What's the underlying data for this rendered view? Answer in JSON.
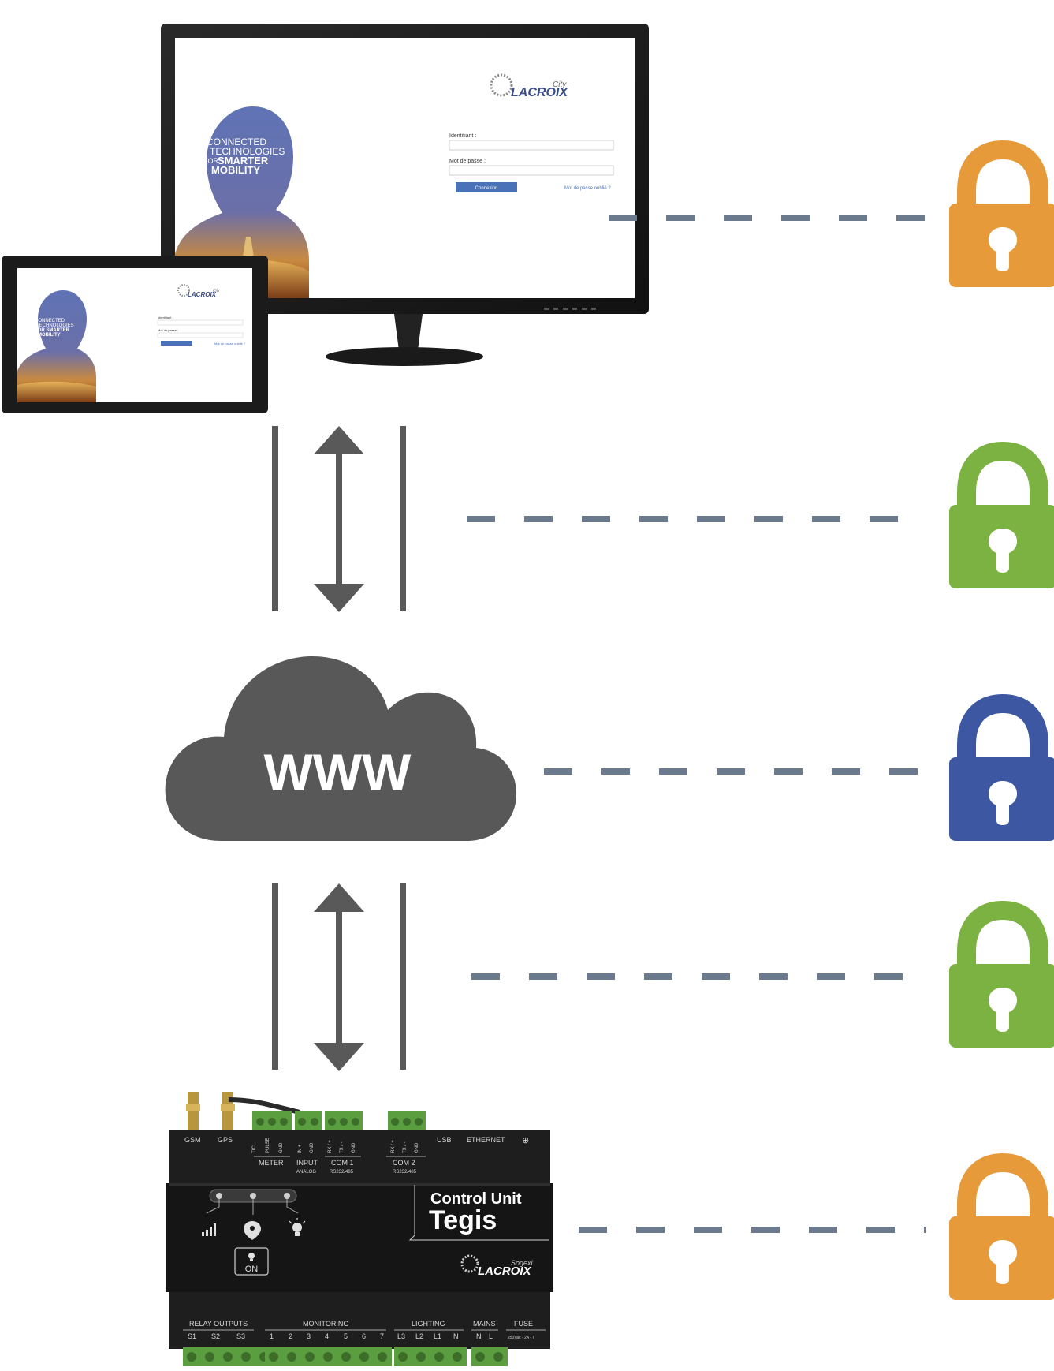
{
  "colors": {
    "lock_orange": "#e69a3a",
    "lock_green": "#7bb241",
    "lock_blue": "#3d57a2",
    "dash": "#6b7a8c",
    "cloud": "#585858",
    "arrow": "#595959",
    "device_body": "#1e1e1e",
    "terminal_green": "#5a9e3f",
    "button_blue": "#4a72b8"
  },
  "icons": [
    "padlock-icon",
    "cloud-icon",
    "double-arrow-icon",
    "signal-icon",
    "location-pin-icon",
    "bulb-icon",
    "lacroix-logo-icon"
  ],
  "locks": [
    {
      "color_key": "lock_orange"
    },
    {
      "color_key": "lock_green"
    },
    {
      "color_key": "lock_blue"
    },
    {
      "color_key": "lock_green"
    },
    {
      "color_key": "lock_orange"
    }
  ],
  "monitor_screen": {
    "brand_sub": "City",
    "brand": "LACROIX",
    "tagline_1": "CONNECTED",
    "tagline_2": "TECHNOLOGIES",
    "tagline_3_for": "FOR",
    "tagline_3": "SMARTER",
    "tagline_4": "MOBILITY",
    "label_id": "Identifiant :",
    "label_pw": "Mot de passe :",
    "button": "Connexion",
    "forgot": "Mot de passe oublié ?"
  },
  "cloud": {
    "label": "WWW"
  },
  "controller": {
    "top_labels": [
      "GSM",
      "GPS",
      "TIC",
      "PULSE",
      "GND",
      "IN +",
      "GND",
      "RX / +",
      "TX / -",
      "GND",
      "RX / +",
      "TX / -",
      "GND",
      "USB",
      "ETHERNET",
      "⊕"
    ],
    "group_labels": [
      "METER",
      "INPUT",
      "COM 1",
      "COM 2"
    ],
    "group_sub": [
      "ANALOG",
      "RS232/485",
      "RS232/485"
    ],
    "title_1": "Control Unit",
    "title_2": "Tegis",
    "brand_sub": "Sogexi",
    "brand": "LACROIX",
    "on_label": "ON",
    "bottom_groups": [
      "RELAY OUTPUTS",
      "MONITORING",
      "LIGHTING",
      "MAINS",
      "FUSE"
    ],
    "relay_labels": [
      "S1",
      "S2",
      "S3"
    ],
    "monitor_labels": [
      "1",
      "2",
      "3",
      "4",
      "5",
      "6",
      "7"
    ],
    "lighting_labels": [
      "L3",
      "L2",
      "L1",
      "N"
    ],
    "mains_labels": [
      "N",
      "L"
    ],
    "fuse_label": "250Vac - 2A - T"
  }
}
